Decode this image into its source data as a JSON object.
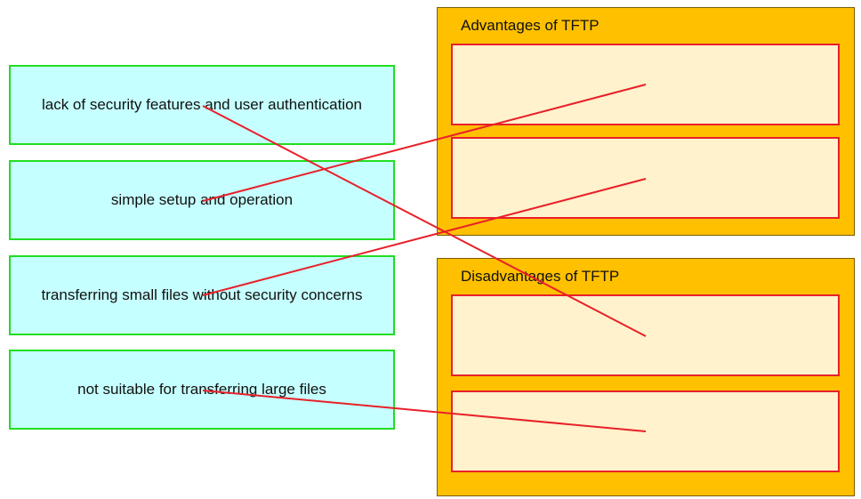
{
  "items": [
    "lack of security features and user authentication",
    "simple setup and operation",
    "transferring small files without security concerns",
    "not suitable for transferring large files"
  ],
  "groups": {
    "advantages": "Advantages of TFTP",
    "disadvantages": "Disadvantages of TFTP"
  },
  "connections": [
    {
      "from": "simple setup and operation",
      "to": "Advantages of TFTP slot 1"
    },
    {
      "from": "transferring small files without security concerns",
      "to": "Advantages of TFTP slot 2"
    },
    {
      "from": "lack of security features and user authentication",
      "to": "Disadvantages of TFTP slot 1"
    },
    {
      "from": "not suitable for transferring large files",
      "to": "Disadvantages of TFTP slot 2"
    }
  ],
  "colors": {
    "item_fill": "#c6ffff",
    "item_border": "#22dd22",
    "group_fill": "#ffc000",
    "slot_fill": "#fff2cc",
    "slot_border": "#e8202a",
    "line": "#e8202a"
  }
}
